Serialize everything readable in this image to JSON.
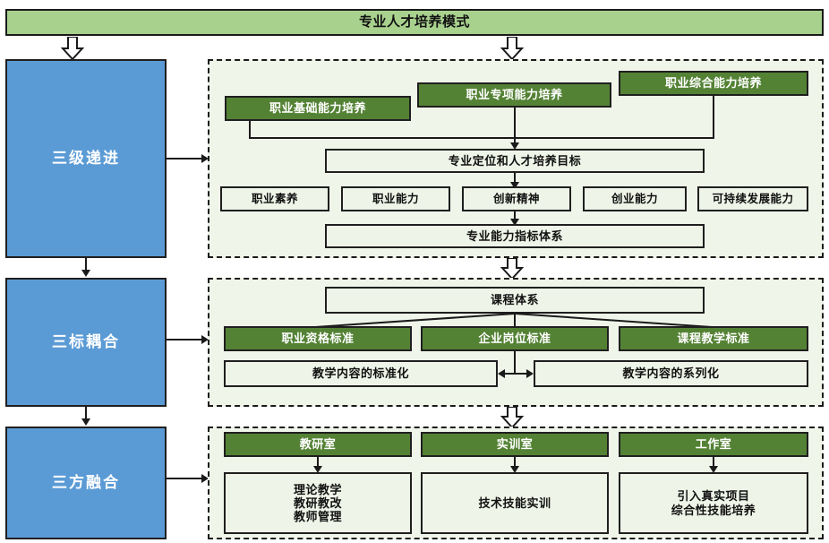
{
  "title": "专业人才培养模式",
  "colors": {
    "banner_fill": "#a9d18e",
    "stage_fill": "#5b9bd5",
    "green_fill": "#548235",
    "pale_fill": "#eef4e7",
    "group_fill": "#eff5e9",
    "outline": "#1a1a1a"
  },
  "stages": [
    {
      "label": "三级递进"
    },
    {
      "label": "三标耦合"
    },
    {
      "label": "三方融合"
    }
  ],
  "section1": {
    "ability_levels": [
      {
        "label": "职业基础能力培养"
      },
      {
        "label": "职业专项能力培养"
      },
      {
        "label": "职业综合能力培养"
      }
    ],
    "goal": "专业定位和人才培养目标",
    "qualities": [
      {
        "label": "职业素养"
      },
      {
        "label": "职业能力"
      },
      {
        "label": "创新精神"
      },
      {
        "label": "创业能力"
      },
      {
        "label": "可持续发展能力"
      }
    ],
    "index_system": "专业能力指标体系"
  },
  "section2": {
    "curriculum": "课程体系",
    "standards": [
      {
        "label": "职业资格标准"
      },
      {
        "label": "企业岗位标准"
      },
      {
        "label": "课程教学标准"
      }
    ],
    "outcomes": [
      {
        "label": "教学内容的标准化"
      },
      {
        "label": "教学内容的系列化"
      }
    ]
  },
  "section3": {
    "rooms": [
      {
        "label": "教研室",
        "details": [
          "理论教学",
          "教研教改",
          "教师管理"
        ]
      },
      {
        "label": "实训室",
        "details": [
          "技术技能实训"
        ]
      },
      {
        "label": "工作室",
        "details": [
          "引入真实项目",
          "综合性技能培养"
        ]
      }
    ]
  },
  "icons": {
    "block_arrow_down": "block-arrow-down-icon",
    "arrow_head": "arrow-head-icon"
  }
}
